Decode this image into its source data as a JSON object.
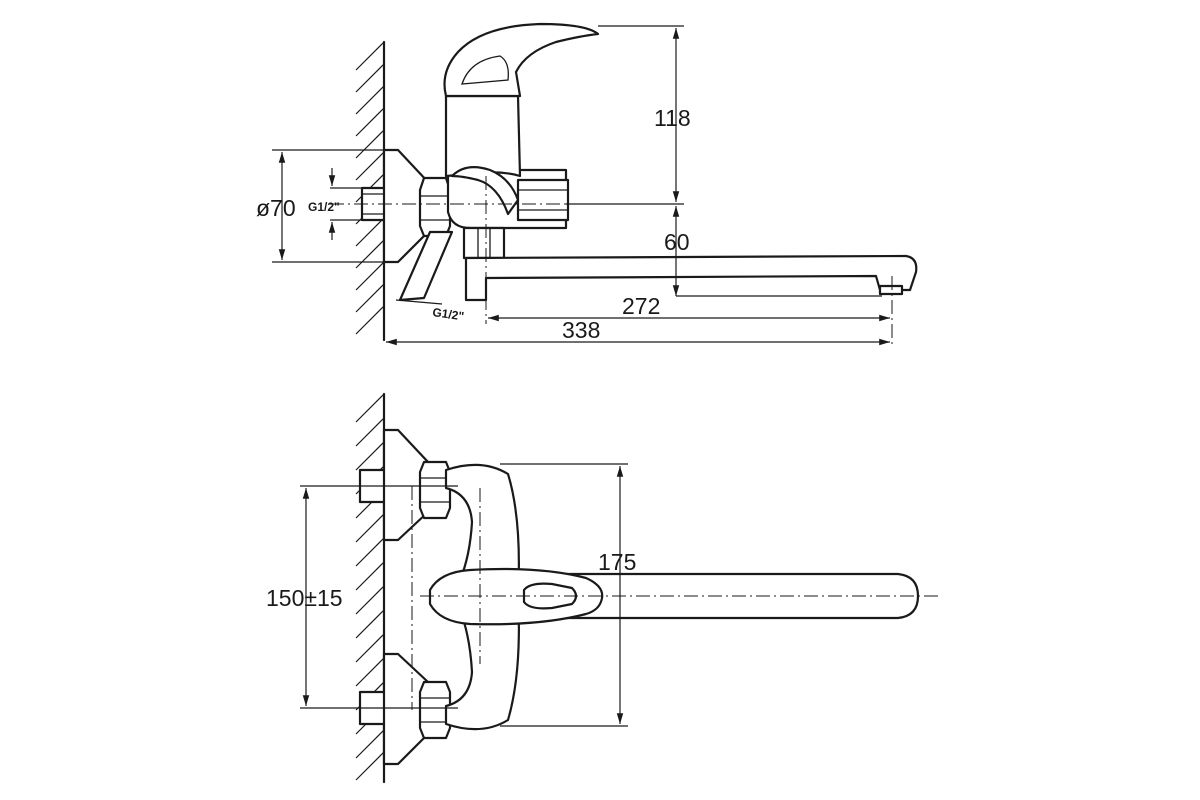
{
  "dimensions": {
    "height_118": "118",
    "spout_height_60": "60",
    "reach_272": "272",
    "total_338": "338",
    "flange_dia": "ø70",
    "thread_top": "G1/2\"",
    "thread_bottom": "G1/2\"",
    "spout_175": "175",
    "center_distance": "150±15"
  }
}
